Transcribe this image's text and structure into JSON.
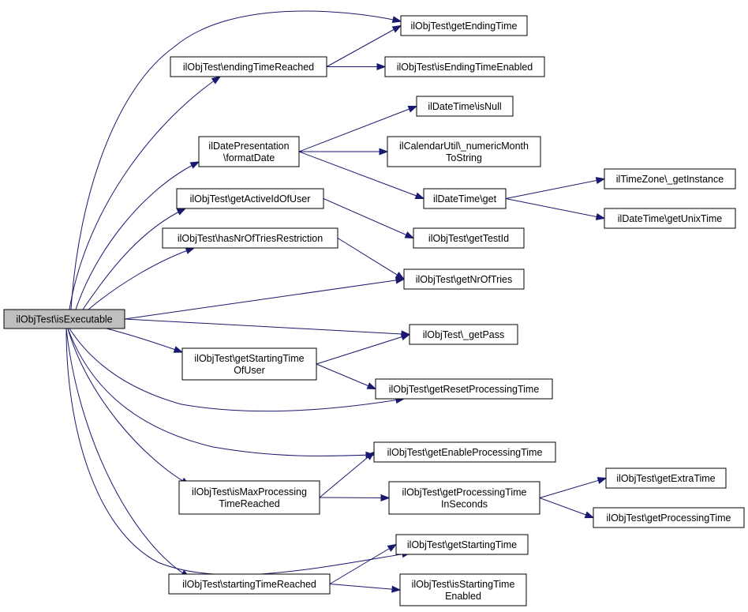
{
  "graph": {
    "nodes": [
      {
        "id": "root",
        "lines": [
          "ilObjTest\\isExecutable"
        ]
      },
      {
        "id": "getEndingTime",
        "lines": [
          "ilObjTest\\getEndingTime"
        ]
      },
      {
        "id": "endingTimeReached",
        "lines": [
          "ilObjTest\\endingTimeReached"
        ]
      },
      {
        "id": "isEndingTimeEnabled",
        "lines": [
          "ilObjTest\\isEndingTimeEnabled"
        ]
      },
      {
        "id": "isNull",
        "lines": [
          "ilDateTime\\isNull"
        ]
      },
      {
        "id": "formatDate",
        "lines": [
          "ilDatePresentation",
          "\\formatDate"
        ]
      },
      {
        "id": "numericMonth",
        "lines": [
          "ilCalendarUtil\\_numericMonth",
          "ToString"
        ]
      },
      {
        "id": "dtGet",
        "lines": [
          "ilDateTime\\get"
        ]
      },
      {
        "id": "tzGetInstance",
        "lines": [
          "ilTimeZone\\_getInstance"
        ]
      },
      {
        "id": "getUnixTime",
        "lines": [
          "ilDateTime\\getUnixTime"
        ]
      },
      {
        "id": "getActiveId",
        "lines": [
          "ilObjTest\\getActiveIdOfUser"
        ]
      },
      {
        "id": "getTestId",
        "lines": [
          "ilObjTest\\getTestId"
        ]
      },
      {
        "id": "hasNrOfTries",
        "lines": [
          "ilObjTest\\hasNrOfTriesRestriction"
        ]
      },
      {
        "id": "getNrOfTries",
        "lines": [
          "ilObjTest\\getNrOfTries"
        ]
      },
      {
        "id": "getPass",
        "lines": [
          "ilObjTest\\_getPass"
        ]
      },
      {
        "id": "getStartingTimeOfUser",
        "lines": [
          "ilObjTest\\getStartingTime",
          "OfUser"
        ]
      },
      {
        "id": "getResetProcessingTime",
        "lines": [
          "ilObjTest\\getResetProcessingTime"
        ]
      },
      {
        "id": "getEnableProcessingTime",
        "lines": [
          "ilObjTest\\getEnableProcessingTime"
        ]
      },
      {
        "id": "isMaxProcessing",
        "lines": [
          "ilObjTest\\isMaxProcessing",
          "TimeReached"
        ]
      },
      {
        "id": "getProcessingTimeInSeconds",
        "lines": [
          "ilObjTest\\getProcessingTime",
          "InSeconds"
        ]
      },
      {
        "id": "getExtraTime",
        "lines": [
          "ilObjTest\\getExtraTime"
        ]
      },
      {
        "id": "getProcessingTime",
        "lines": [
          "ilObjTest\\getProcessingTime"
        ]
      },
      {
        "id": "getStartingTime",
        "lines": [
          "ilObjTest\\getStartingTime"
        ]
      },
      {
        "id": "startingTimeReached",
        "lines": [
          "ilObjTest\\startingTimeReached"
        ]
      },
      {
        "id": "isStartingTimeEnabled",
        "lines": [
          "ilObjTest\\isStartingTime",
          "Enabled"
        ]
      }
    ],
    "edges": [
      [
        "root",
        "getEndingTime"
      ],
      [
        "root",
        "endingTimeReached"
      ],
      [
        "root",
        "formatDate"
      ],
      [
        "root",
        "getActiveId"
      ],
      [
        "root",
        "hasNrOfTries"
      ],
      [
        "root",
        "getNrOfTries"
      ],
      [
        "root",
        "getPass"
      ],
      [
        "root",
        "getStartingTimeOfUser"
      ],
      [
        "root",
        "getResetProcessingTime"
      ],
      [
        "root",
        "getEnableProcessingTime"
      ],
      [
        "root",
        "isMaxProcessing"
      ],
      [
        "root",
        "getStartingTime"
      ],
      [
        "root",
        "startingTimeReached"
      ],
      [
        "endingTimeReached",
        "getEndingTime"
      ],
      [
        "endingTimeReached",
        "isEndingTimeEnabled"
      ],
      [
        "formatDate",
        "isNull"
      ],
      [
        "formatDate",
        "numericMonth"
      ],
      [
        "formatDate",
        "dtGet"
      ],
      [
        "dtGet",
        "tzGetInstance"
      ],
      [
        "dtGet",
        "getUnixTime"
      ],
      [
        "getActiveId",
        "getTestId"
      ],
      [
        "hasNrOfTries",
        "getNrOfTries"
      ],
      [
        "getStartingTimeOfUser",
        "getPass"
      ],
      [
        "getStartingTimeOfUser",
        "getResetProcessingTime"
      ],
      [
        "isMaxProcessing",
        "getEnableProcessingTime"
      ],
      [
        "isMaxProcessing",
        "getProcessingTimeInSeconds"
      ],
      [
        "getProcessingTimeInSeconds",
        "getExtraTime"
      ],
      [
        "getProcessingTimeInSeconds",
        "getProcessingTime"
      ],
      [
        "startingTimeReached",
        "getStartingTime"
      ],
      [
        "startingTimeReached",
        "isStartingTimeEnabled"
      ]
    ],
    "colors": {
      "edge": "#191970",
      "root_fill": "#bfbfbf",
      "node_fill": "#ffffff",
      "node_border": "#000000"
    }
  }
}
